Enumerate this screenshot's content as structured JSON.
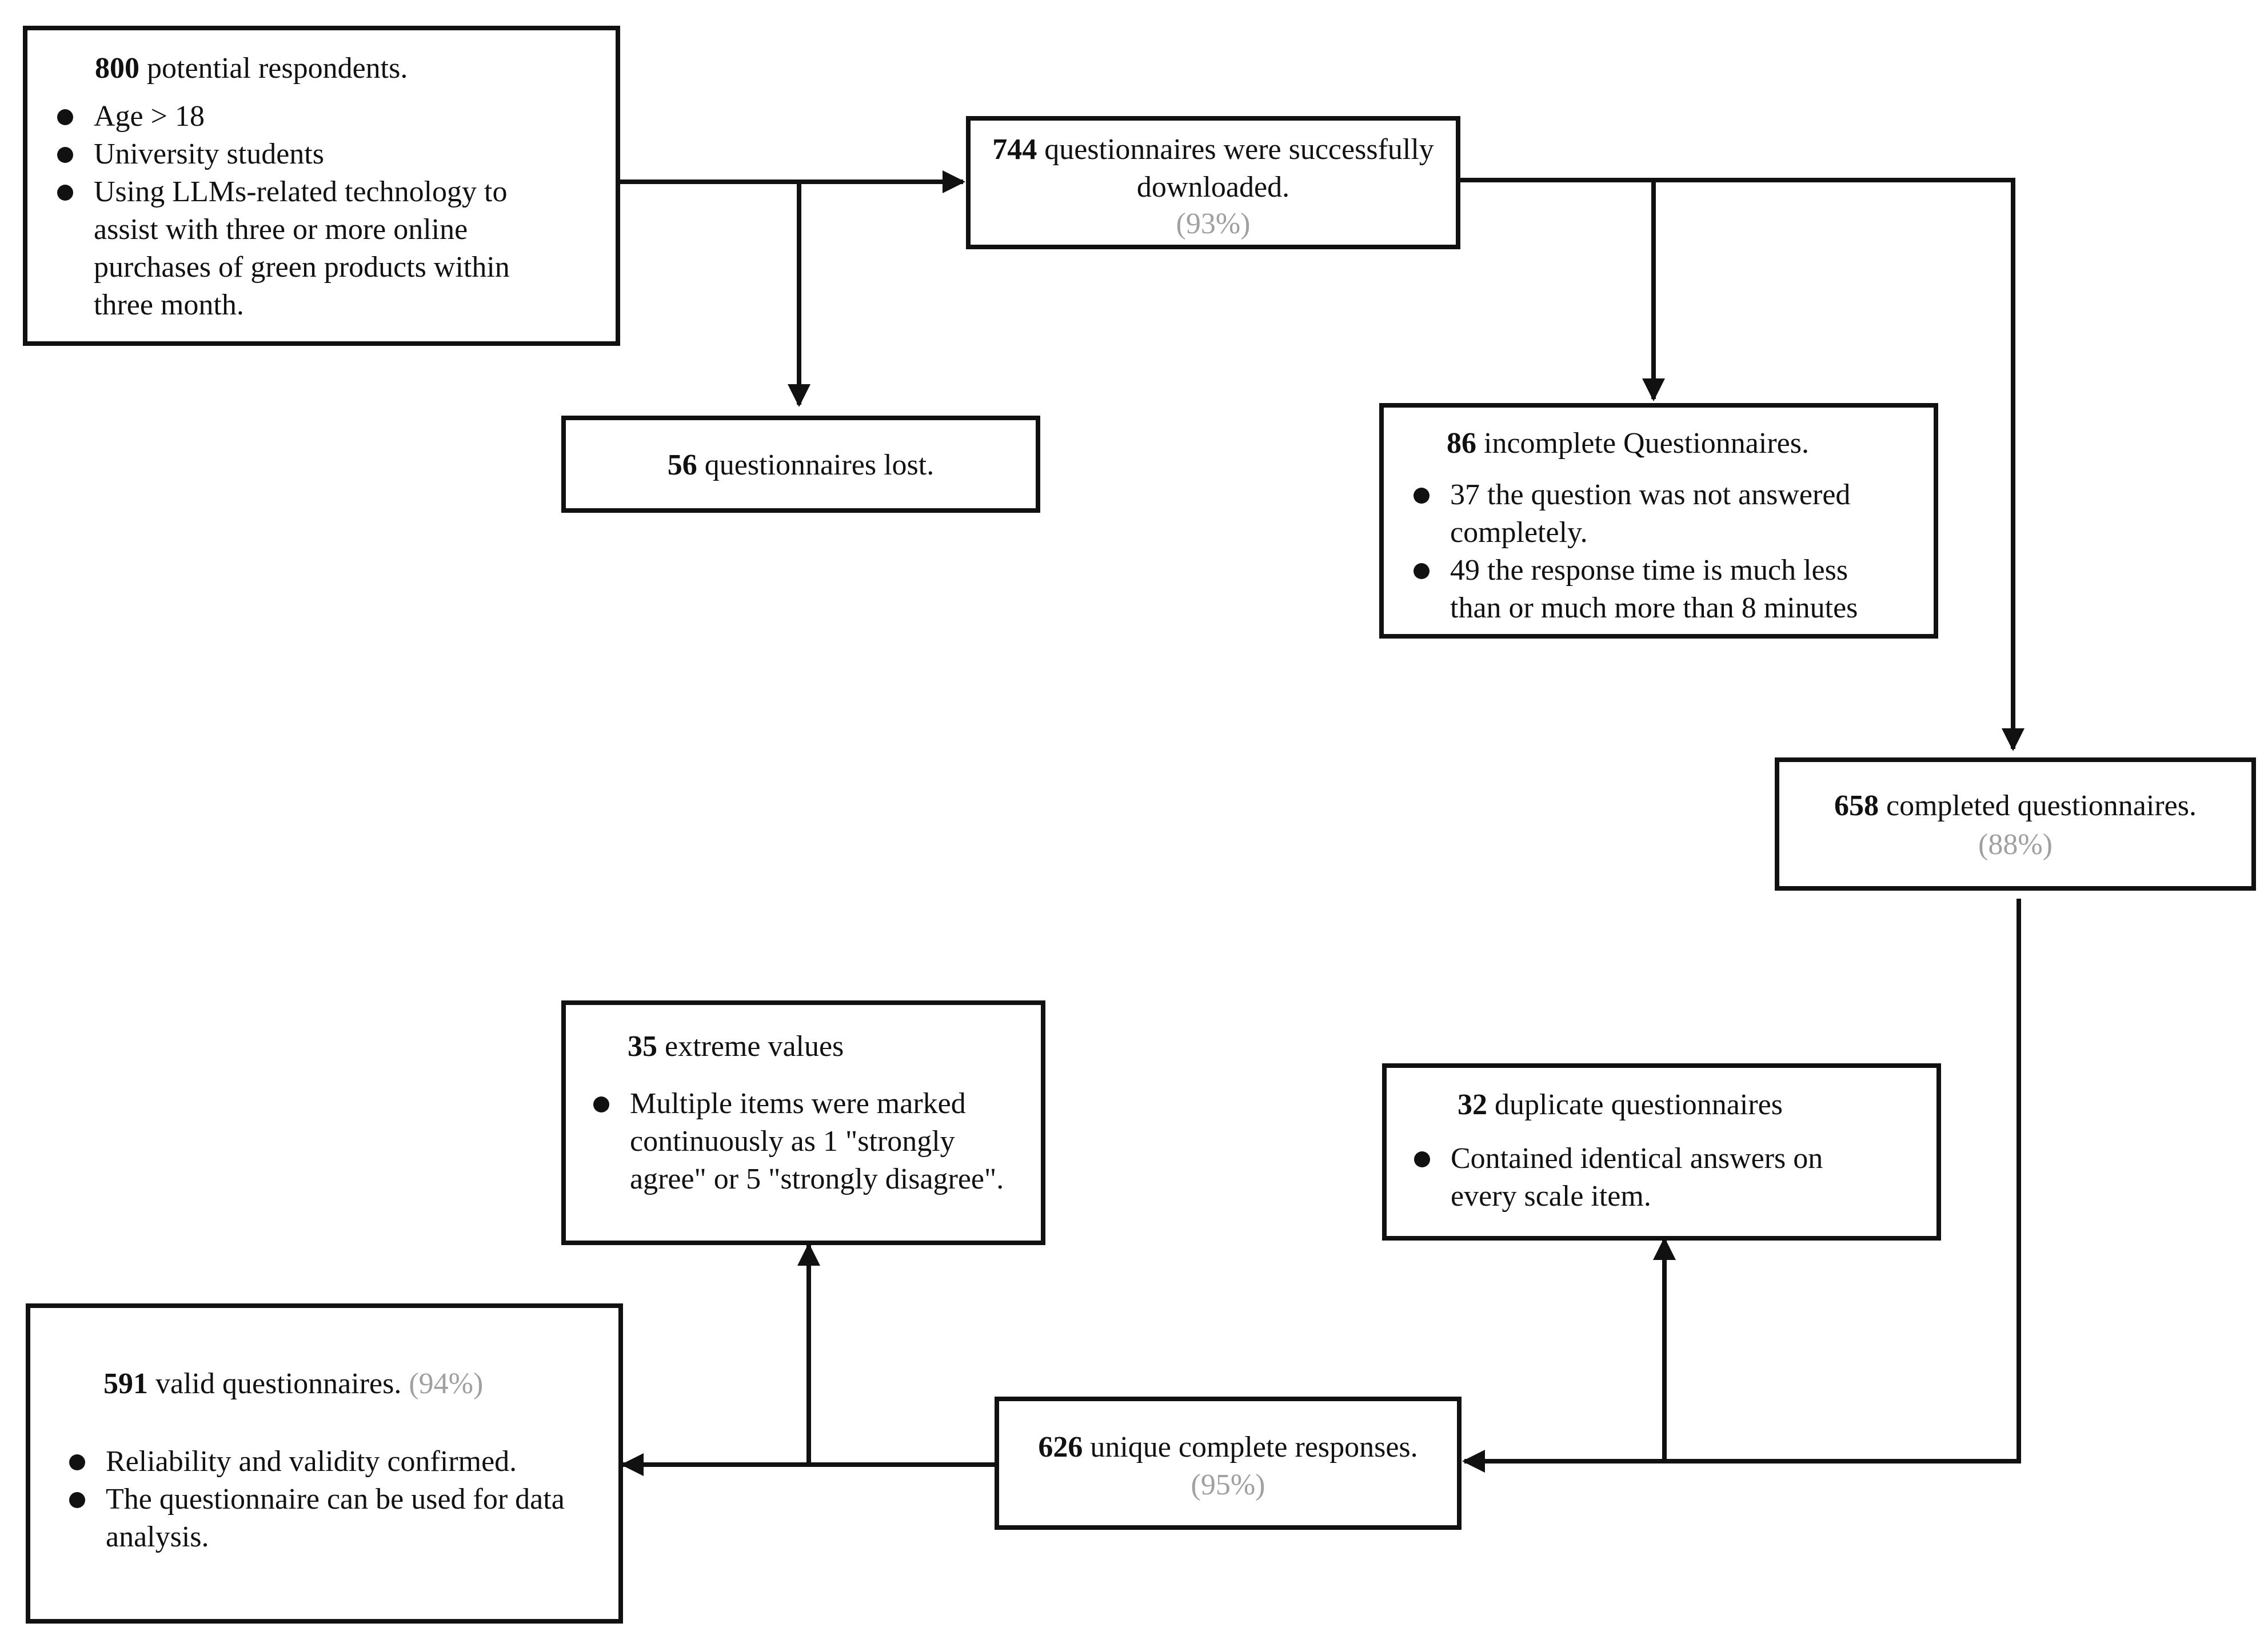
{
  "boxes": {
    "potential": {
      "count": "800",
      "text": "potential respondents.",
      "bullets": [
        "Age > 18",
        "University students",
        "Using LLMs-related technology to assist with three or more online purchases of green products within three month."
      ]
    },
    "downloaded": {
      "count": "744",
      "text": "questionnaires were successfully",
      "text2": "downloaded.",
      "pct": "(93%)"
    },
    "lost": {
      "count": "56",
      "text": "questionnaires lost."
    },
    "incomplete": {
      "count": "86",
      "text": "incomplete Questionnaires.",
      "bullets": [
        "37 the question was not answered completely.",
        "49 the response time is much less than or much more than 8 minutes"
      ]
    },
    "completed": {
      "count": "658",
      "text": "completed questionnaires.",
      "pct": "(88%)"
    },
    "extreme": {
      "count": "35",
      "text": "extreme values",
      "bullets": [
        "Multiple items were marked continuously as 1 \"strongly agree\" or 5 \"strongly disagree\"."
      ]
    },
    "duplicate": {
      "count": "32",
      "text": "duplicate questionnaires",
      "bullets": [
        "Contained identical answers on every scale item."
      ]
    },
    "unique": {
      "count": "626",
      "text": "unique complete responses.",
      "pct": "(95%)"
    },
    "valid": {
      "count": "591",
      "text": "valid questionnaires.",
      "pct": "(94%)",
      "bullets": [
        "Reliability and validity confirmed.",
        "The questionnaire can be used for data analysis."
      ]
    }
  }
}
